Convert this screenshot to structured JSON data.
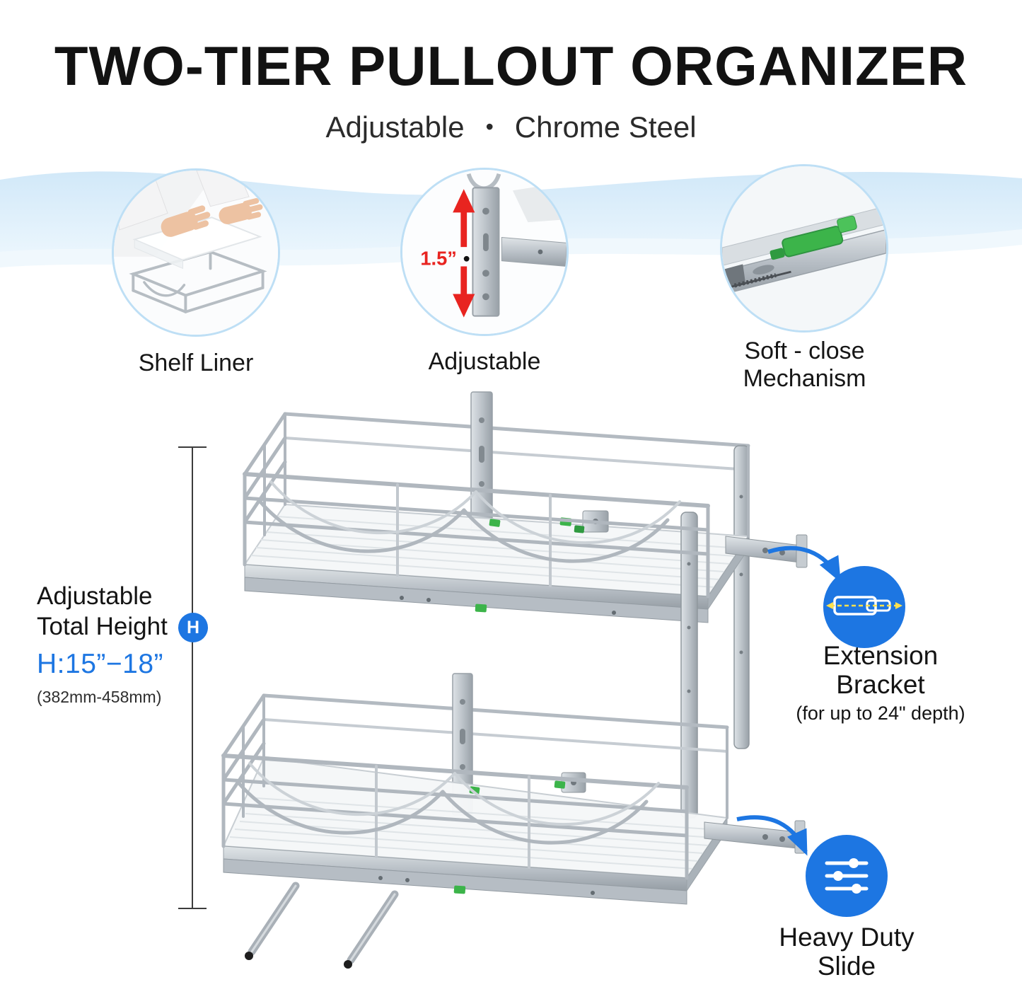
{
  "header": {
    "title": "TWO-TIER PULLOUT ORGANIZER",
    "subtitle_left": "Adjustable",
    "subtitle_separator": "•",
    "subtitle_right": "Chrome Steel"
  },
  "features": [
    {
      "label": "Shelf Liner"
    },
    {
      "label": "Adjustable",
      "callout": "1.5”"
    },
    {
      "label_line1": "Soft - close",
      "label_line2": "Mechanism"
    }
  ],
  "height_annotation": {
    "line1": "Adjustable",
    "line2": "Total Height",
    "range": "H:15”−18”",
    "metric": "(382mm-458mm)",
    "badge": "H"
  },
  "extension_annotation": {
    "line1": "Extension",
    "line2": "Bracket",
    "line3": "(for up to 24\" depth)"
  },
  "slide_annotation": {
    "line1": "Heavy Duty",
    "line2": "Slide"
  },
  "colors": {
    "accent-blue": "#1d76e2",
    "arrow-red": "#e82420",
    "mechanism-green": "#3cb44a",
    "title-color": "#121212",
    "wave-blue": "#cfe7f8",
    "circle-border": "#bedff5",
    "chrome": "#b3bac1"
  }
}
